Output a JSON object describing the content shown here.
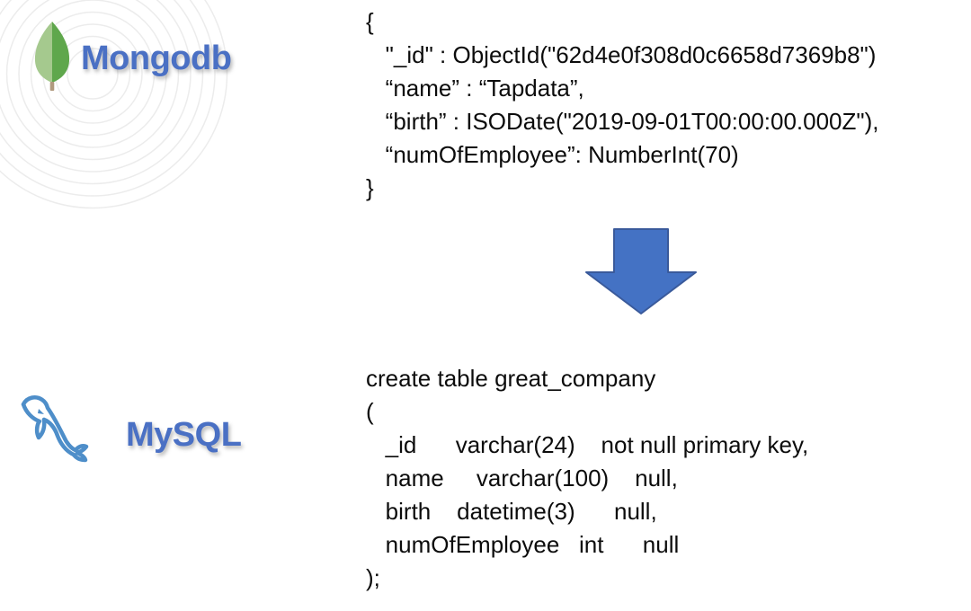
{
  "mongodb": {
    "label": "Mongodb",
    "document_code": "{\n   \"_id\" : ObjectId(\"62d4e0f308d0c6658d7369b8\")\n   “name” : “Tapdata”,\n   “birth” : ISODate(\"2019-09-01T00:00:00.000Z\"),\n   “numOfEmployee”: NumberInt(70)\n}",
    "colors": {
      "label": "#4a70c4",
      "leaf_left": "#a5c98e",
      "leaf_right": "#5fa74c",
      "stem": "#b0997e"
    }
  },
  "arrow": {
    "direction": "down",
    "fill": "#4472c4",
    "border": "#3a5a9b"
  },
  "mysql": {
    "label": "MySQL",
    "ddl_code": "create table great_company\n(\n   _id      varchar(24)    not null primary key,\n   name     varchar(100)    null,\n   birth    datetime(3)      null,\n   numOfEmployee   int      null\n);",
    "colors": {
      "label": "#4a70c4",
      "dolphin": "#4e8ec9"
    }
  },
  "decor": {
    "circles_color": "#ececec"
  }
}
